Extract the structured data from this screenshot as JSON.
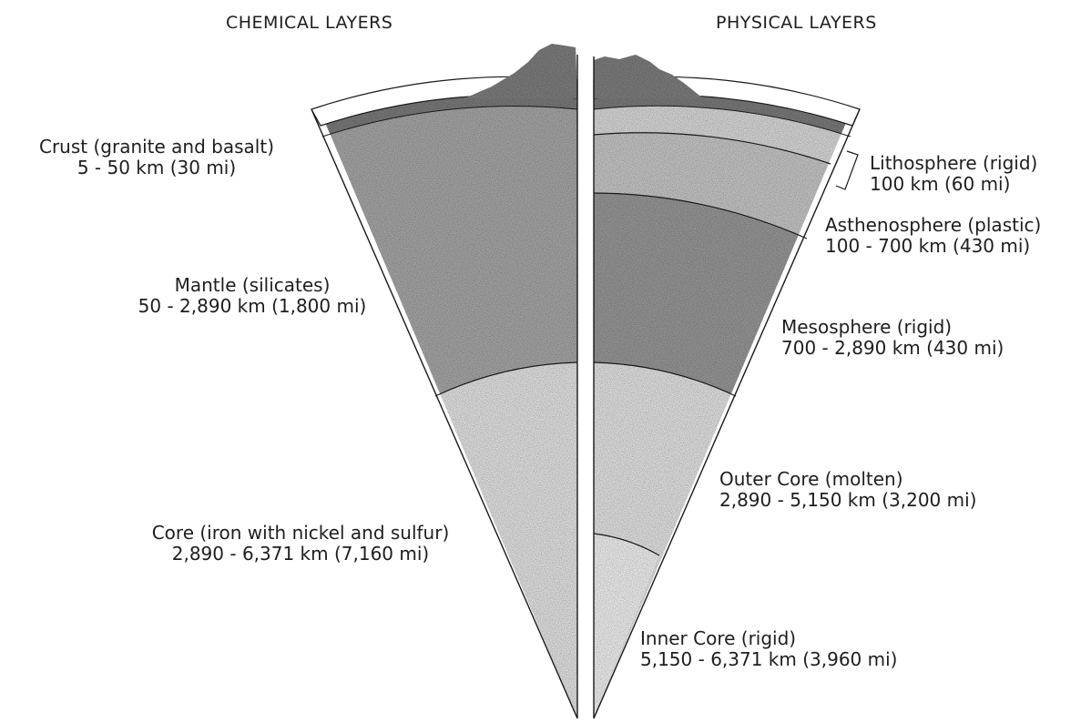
{
  "headings": {
    "chemical": "CHEMICAL LAYERS",
    "physical": "PHYSICAL LAYERS"
  },
  "chemical_layers": [
    {
      "name": "Crust (granite and basalt)",
      "range": "5 - 50 km (30 mi)"
    },
    {
      "name": "Mantle (silicates)",
      "range": "50 - 2,890 km (1,800 mi)"
    },
    {
      "name": "Core (iron with nickel and sulfur)",
      "range": "2,890 - 6,371 km (7,160 mi)"
    }
  ],
  "physical_layers": [
    {
      "name": "Lithosphere (rigid)",
      "range": "100 km (60 mi)"
    },
    {
      "name": "Asthenosphere (plastic)",
      "range": "100 - 700 km (430 mi)"
    },
    {
      "name": "Mesosphere (rigid)",
      "range": "700 - 2,890 km (430 mi)"
    },
    {
      "name": "Outer Core (molten)",
      "range": "2,890 - 5,150 km (3,200 mi)"
    },
    {
      "name": "Inner Core (rigid)",
      "range": "5,150 - 6,371 km (3,960 mi)"
    }
  ],
  "colors": {
    "mantle": "#a9a9a9",
    "mesosphere": "#9a9a9a",
    "core": "#e6e6e6",
    "inner_core": "#f3f3f3",
    "lithosphere": "#dcdcdc",
    "asthenosphere": "#c9c9c9",
    "crust": "#7d7d7d",
    "mountain": "#808080",
    "outline": "#1a1a1a"
  }
}
